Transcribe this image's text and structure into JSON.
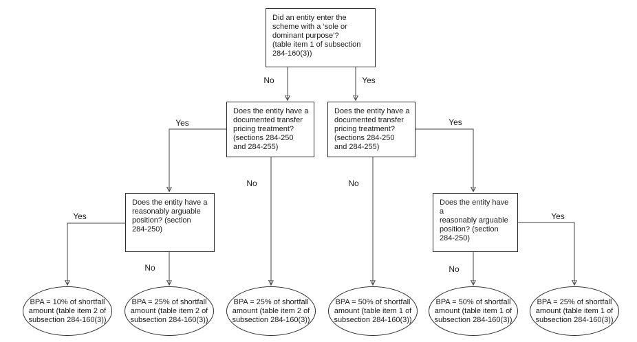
{
  "diagram": {
    "type": "decision-flowchart",
    "colors": {
      "background": "#ffffff",
      "node_border": "#2b2b2b",
      "line": "#3f3f3f",
      "text": "#1a1a1a"
    },
    "nodes": [
      {
        "id": "q-purpose",
        "type": "decision",
        "text": "Did an entity enter the\nscheme with a ‘sole or\ndominant purpose’?\n(table item 1 of subsection\n284-160(3))"
      },
      {
        "id": "q-doc-transfer-pricing-left",
        "type": "decision",
        "text": "Does the entity have a\ndocumented transfer\npricing treatment?\n(sections 284-250\nand 284-255)"
      },
      {
        "id": "q-doc-transfer-pricing-right",
        "type": "decision",
        "text": "Does the entity have a\ndocumented transfer\npricing treatment?\n(sections 284-250\nand 284-255)"
      },
      {
        "id": "q-reasonably-arguable-left",
        "type": "decision",
        "text": "Does the entity have a\nreasonably arguable\nposition? (section\n284-250)"
      },
      {
        "id": "q-reasonably-arguable-right",
        "type": "decision",
        "text": "Does the entity have a\nreasonably arguable\nposition? (section\n284-250)"
      }
    ],
    "outcomes": [
      {
        "id": "outcome-1",
        "text": "BPA = 10% of shortfall\namount (table item 2 of\nsubsection 284-160(3))"
      },
      {
        "id": "outcome-2",
        "text": "BPA = 25% of shortfall\namount (table item 2 of\nsubsection 284-160(3))"
      },
      {
        "id": "outcome-3",
        "text": "BPA = 25% of shortfall\namount (table item 2 of\nsubsection 284-160(3))"
      },
      {
        "id": "outcome-4",
        "text": "BPA = 50% of shortfall\namount (table item 1 of\nsubsection 284-160(3))"
      },
      {
        "id": "outcome-5",
        "text": "BPA = 50% of shortfall\namount (table item 1 of\nsubsection 284-160(3))"
      },
      {
        "id": "outcome-6",
        "text": "BPA = 25% of shortfall\namount (table item 1 of\nsubsection 284-160(3))"
      }
    ],
    "edges": [
      {
        "from": "q-purpose",
        "to": "q-doc-transfer-pricing-left",
        "label": "No"
      },
      {
        "from": "q-purpose",
        "to": "q-doc-transfer-pricing-right",
        "label": "Yes"
      },
      {
        "from": "q-doc-transfer-pricing-left",
        "to": "q-reasonably-arguable-left",
        "label": "Yes"
      },
      {
        "from": "q-doc-transfer-pricing-left",
        "to": "outcome-3",
        "label": "No"
      },
      {
        "from": "q-doc-transfer-pricing-right",
        "to": "outcome-4",
        "label": "No"
      },
      {
        "from": "q-doc-transfer-pricing-right",
        "to": "q-reasonably-arguable-right",
        "label": "Yes"
      },
      {
        "from": "q-reasonably-arguable-left",
        "to": "outcome-1",
        "label": "Yes"
      },
      {
        "from": "q-reasonably-arguable-left",
        "to": "outcome-2",
        "label": "No"
      },
      {
        "from": "q-reasonably-arguable-right",
        "to": "outcome-5",
        "label": "No"
      },
      {
        "from": "q-reasonably-arguable-right",
        "to": "outcome-6",
        "label": "Yes"
      }
    ]
  }
}
